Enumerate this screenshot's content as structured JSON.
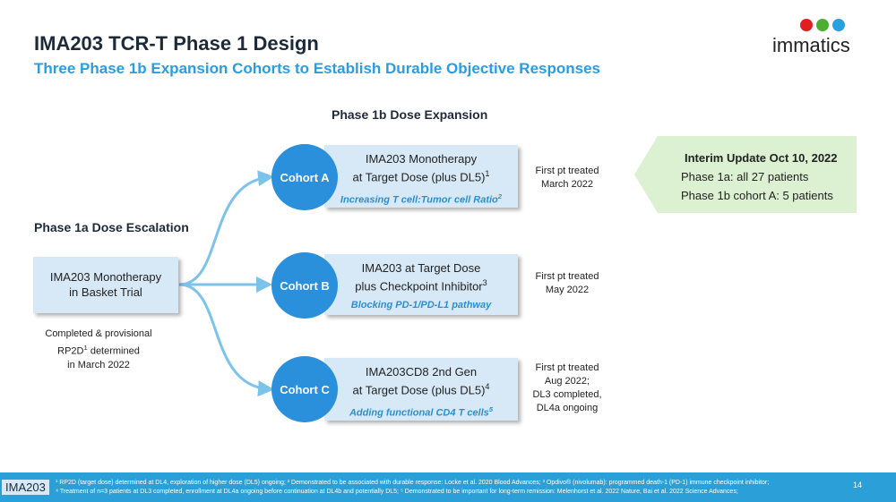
{
  "title": "IMA203 TCR-T Phase 1 Design",
  "subtitle": "Three Phase 1b Expansion Cohorts to Establish Durable Objective Responses",
  "logo_text": "immatics",
  "phase1b_label": "Phase 1b Dose Expansion",
  "phase1a_label": "Phase 1a Dose Escalation",
  "left_box": {
    "line1": "IMA203 Monotherapy",
    "line2": "in Basket Trial"
  },
  "left_note": {
    "line1": "Completed & provisional",
    "line2": "RP2D",
    "sup": "1",
    "line2b": " determined",
    "line3": "in March 2022"
  },
  "cohorts": [
    {
      "label": "Cohort A",
      "line1": "IMA203 Monotherapy",
      "line2": "at Target Dose (plus DL5)",
      "sup": "1",
      "italic": "Increasing T cell:Tumor cell Ratio",
      "isup": "2",
      "note": [
        "First pt treated",
        "March 2022"
      ]
    },
    {
      "label": "Cohort B",
      "line1": "IMA203 at Target Dose",
      "line2": "plus Checkpoint Inhibitor",
      "sup": "3",
      "italic": "Blocking PD-1/PD-L1 pathway",
      "isup": "",
      "note": [
        "First pt treated",
        "May 2022"
      ]
    },
    {
      "label": "Cohort C",
      "line1": "IMA203CD8 2nd Gen",
      "line2": "at Target Dose (plus DL5)",
      "sup": "4",
      "italic": "Adding functional CD4 T cells",
      "isup": "5",
      "note": [
        "First pt treated",
        "Aug 2022;",
        "DL3 completed,",
        "DL4a ongoing"
      ]
    }
  ],
  "callout": {
    "title": "Interim Update Oct 10, 2022",
    "line1": "Phase 1a: all 27 patients",
    "line2": "Phase 1b cohort A: 5 patients"
  },
  "footer": {
    "tag": "IMA203",
    "fn1": "¹ RP2D (target dose) determined at DL4, exploration of higher dose (DL5) ongoing; ² Demonstrated to be associated with durable response: Locke et al. 2020 Blood Advances; ³ Opdivo® (nivolumab): programmed death-1 (PD-1) immune checkpoint inhibitor;",
    "fn2": "⁴ Treatment of n=3 patients at DL3 completed, enrollment at DL4a ongoing before continuation at DL4b and potentially DL5; ⁵ Demonstrated to be important for long-term remission: Melenhorst et al. 2022 Nature, Bai et al. 2022 Science Advances;",
    "page": "14"
  }
}
